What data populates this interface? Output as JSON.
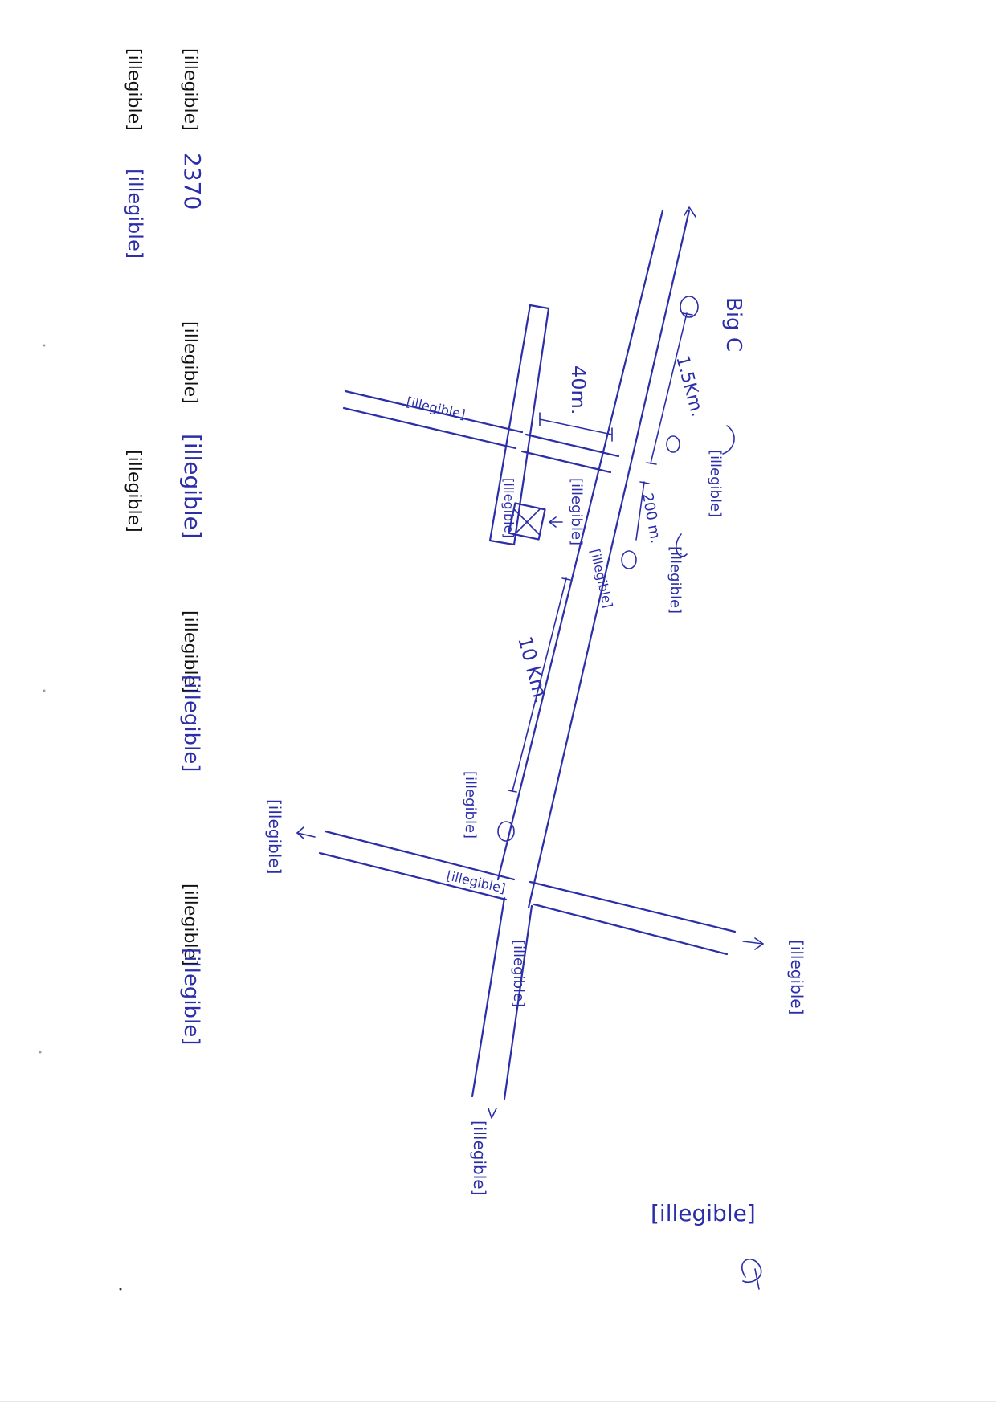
{
  "colors": {
    "ink": "#2b2ea8",
    "print": "#111111",
    "paper": "#ffffff"
  },
  "header": {
    "line1": {
      "label": "[illegible]",
      "value": "2370",
      "label2": "[illegible]",
      "value2": "[illegible]"
    },
    "line2": {
      "label": "[illegible]",
      "value": "[illegible]",
      "label2": "[illegible]",
      "value2": "[illegible]",
      "label3": "[illegible]",
      "value3": "[illegible]",
      "label4": "[illegible]",
      "value4": "[illegible]"
    },
    "line3": {
      "label": "[illegible]",
      "value": "[illegible]"
    }
  },
  "map": {
    "landmarks": {
      "bigc": "Big C",
      "dist_15km": "1.5Km.",
      "dist_40m": "40m.",
      "dist_200m": "200 m.",
      "dist_10km": "10 Km.",
      "soi": "[illegible]",
      "road_side_label": "[illegible]",
      "school_label": "[illegible]",
      "hospital_label": "[illegible]",
      "main_road": "[illegible]",
      "temple_label": "[illegible]",
      "junction_road": "[illegible]",
      "dir_right_top": "[illegible]",
      "dir_left_top": "[illegible]",
      "dir_bottom": "[illegible]",
      "dir_bottom_left": "[illegible]",
      "market_label": "[illegible]",
      "house_arrow": "[illegible]"
    },
    "certification": "[illegible]"
  }
}
